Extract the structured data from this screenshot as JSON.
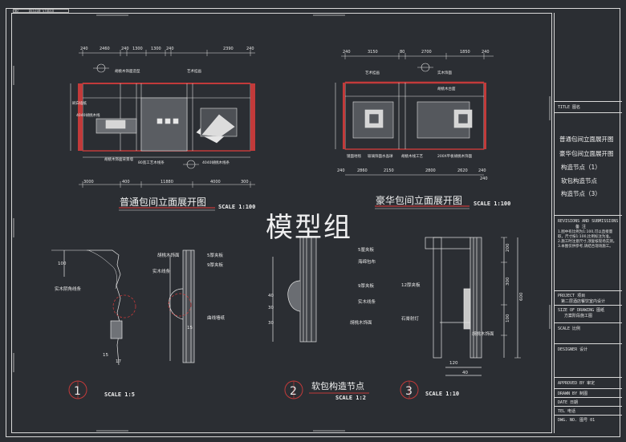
{
  "header": {
    "tag1": "NO",
    "tag2": "DESIGN STUDIO"
  },
  "watermark": "模型组",
  "elevations": {
    "left": {
      "title": "普通包间立面展开图",
      "scale": "SCALE 1:100",
      "dims_top": [
        "240",
        "2460",
        "240",
        "1300",
        "1300",
        "240",
        "2390",
        "240"
      ],
      "dims_bottom": [
        "3000",
        "400",
        "11880",
        "4000",
        "300"
      ],
      "labels": [
        "胡桃木饰面造型",
        "艺术挂画",
        "刷白墙纸",
        "4040胡桃木线",
        "胡桃木饰面背景墙",
        "80宽工艺木线条",
        "4040胡桃木线条"
      ]
    },
    "right": {
      "title": "豪华包间立面展开图",
      "scale": "SCALE 1:100",
      "dims_top": [
        "240",
        "3150",
        "80",
        "2700",
        "1850",
        "240"
      ],
      "dims_bottom": [
        "2860",
        "2150",
        "2800",
        "2620",
        "240",
        "240",
        "240"
      ],
      "labels": [
        "艺术挂画",
        "实木饰面",
        "镜面地毯",
        "胡桃木台面",
        "玻璃饰面水晶球",
        "胡桃木线工艺",
        "200X平板胡桃木饰面"
      ]
    }
  },
  "details": {
    "d1": {
      "number": "1",
      "scale": "SCALE 1:5",
      "labels": [
        "胡桃木饰面",
        "5厚夹板",
        "实木线条",
        "9厚夹板",
        "实木阴角线条",
        "曲线墙纸"
      ],
      "dims": [
        "100",
        "15",
        "15",
        "17"
      ]
    },
    "d2": {
      "number": "2",
      "title": "软包构造节点",
      "scale": "SCALE 1:2",
      "labels": [
        "5厘夹板",
        "海绵包布",
        "9厚夹板",
        "实木线条",
        "胡桃木饰面"
      ],
      "dims": [
        "40",
        "30",
        "30"
      ]
    },
    "d3": {
      "number": "3",
      "scale": "SCALE 1:10",
      "labels": [
        "12厚夹板",
        "石膏射灯",
        "胡桃木饰面"
      ],
      "dims": [
        "200",
        "300",
        "100",
        "600",
        "120",
        "40"
      ]
    }
  },
  "title_block": {
    "title_name": "TITLE 图名",
    "drawings": [
      "普通包间立面展开图",
      "豪华包间立面展开图",
      "构造节点（1）",
      "软包构造节点",
      "构造节点（3）"
    ],
    "revisions_head": "REVISIONS AND SUBMISSIONS",
    "revisions_cn": "备 注",
    "notes": [
      "1.图中有比例为1:100,可以直接量取，尺寸按1:100,比例标注为准。",
      "2.施工时注意尺寸,须复核现场实测。",
      "3.本图仅供参考,请结合现场施工。"
    ],
    "project": "PROJECT 项目",
    "project_name": "第二层酒店餐饮室内设计",
    "size_label": "SIZE OF DRAWING 图纸",
    "size_value": "方案阶段施工图",
    "scale": "SCALE 比例",
    "designer": "DESIGNER 设计",
    "approved": "APPROVED BY 审定",
    "drawn": "DRAWN BY 制图",
    "date": "DATE 日期",
    "tel": "TEL 电话",
    "dwg": "DWG. NO. 图号 01"
  }
}
